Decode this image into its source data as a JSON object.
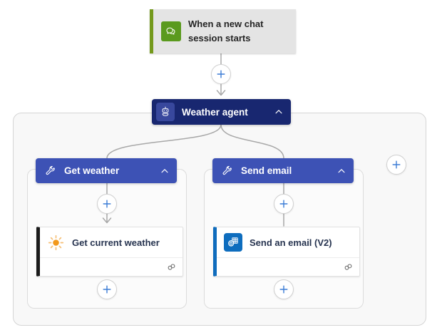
{
  "trigger": {
    "label": "When a new chat session starts",
    "icon": "chat-bubbles-icon"
  },
  "agent": {
    "label": "Weather agent",
    "icon": "bot-icon",
    "collapse_icon": "chevron-up-icon"
  },
  "branches": [
    {
      "header": "Get weather",
      "header_icon": "wrench-icon",
      "action": "Get current weather",
      "action_icon": "sun-icon",
      "footer_icon": "connection-link-icon"
    },
    {
      "header": "Send email",
      "header_icon": "wrench-icon",
      "action": "Send an email (V2)",
      "action_icon": "outlook-icon",
      "footer_icon": "connection-link-icon"
    }
  ],
  "colors": {
    "trigger_green": "#5a9a1e",
    "trigger_bar_green": "#74991c",
    "trigger_bg": "#e4e4e4",
    "agent_navy": "#182770",
    "branch_blue": "#3d52b5",
    "outlook_blue": "#0e6dbe",
    "email_bar_blue": "#0f6cbd",
    "weather_bar_black": "#1a1a1a",
    "plus_blue": "#3b7cd5",
    "connector_gray": "#a8a8a8",
    "scope_bg": "#f8f8f8"
  }
}
